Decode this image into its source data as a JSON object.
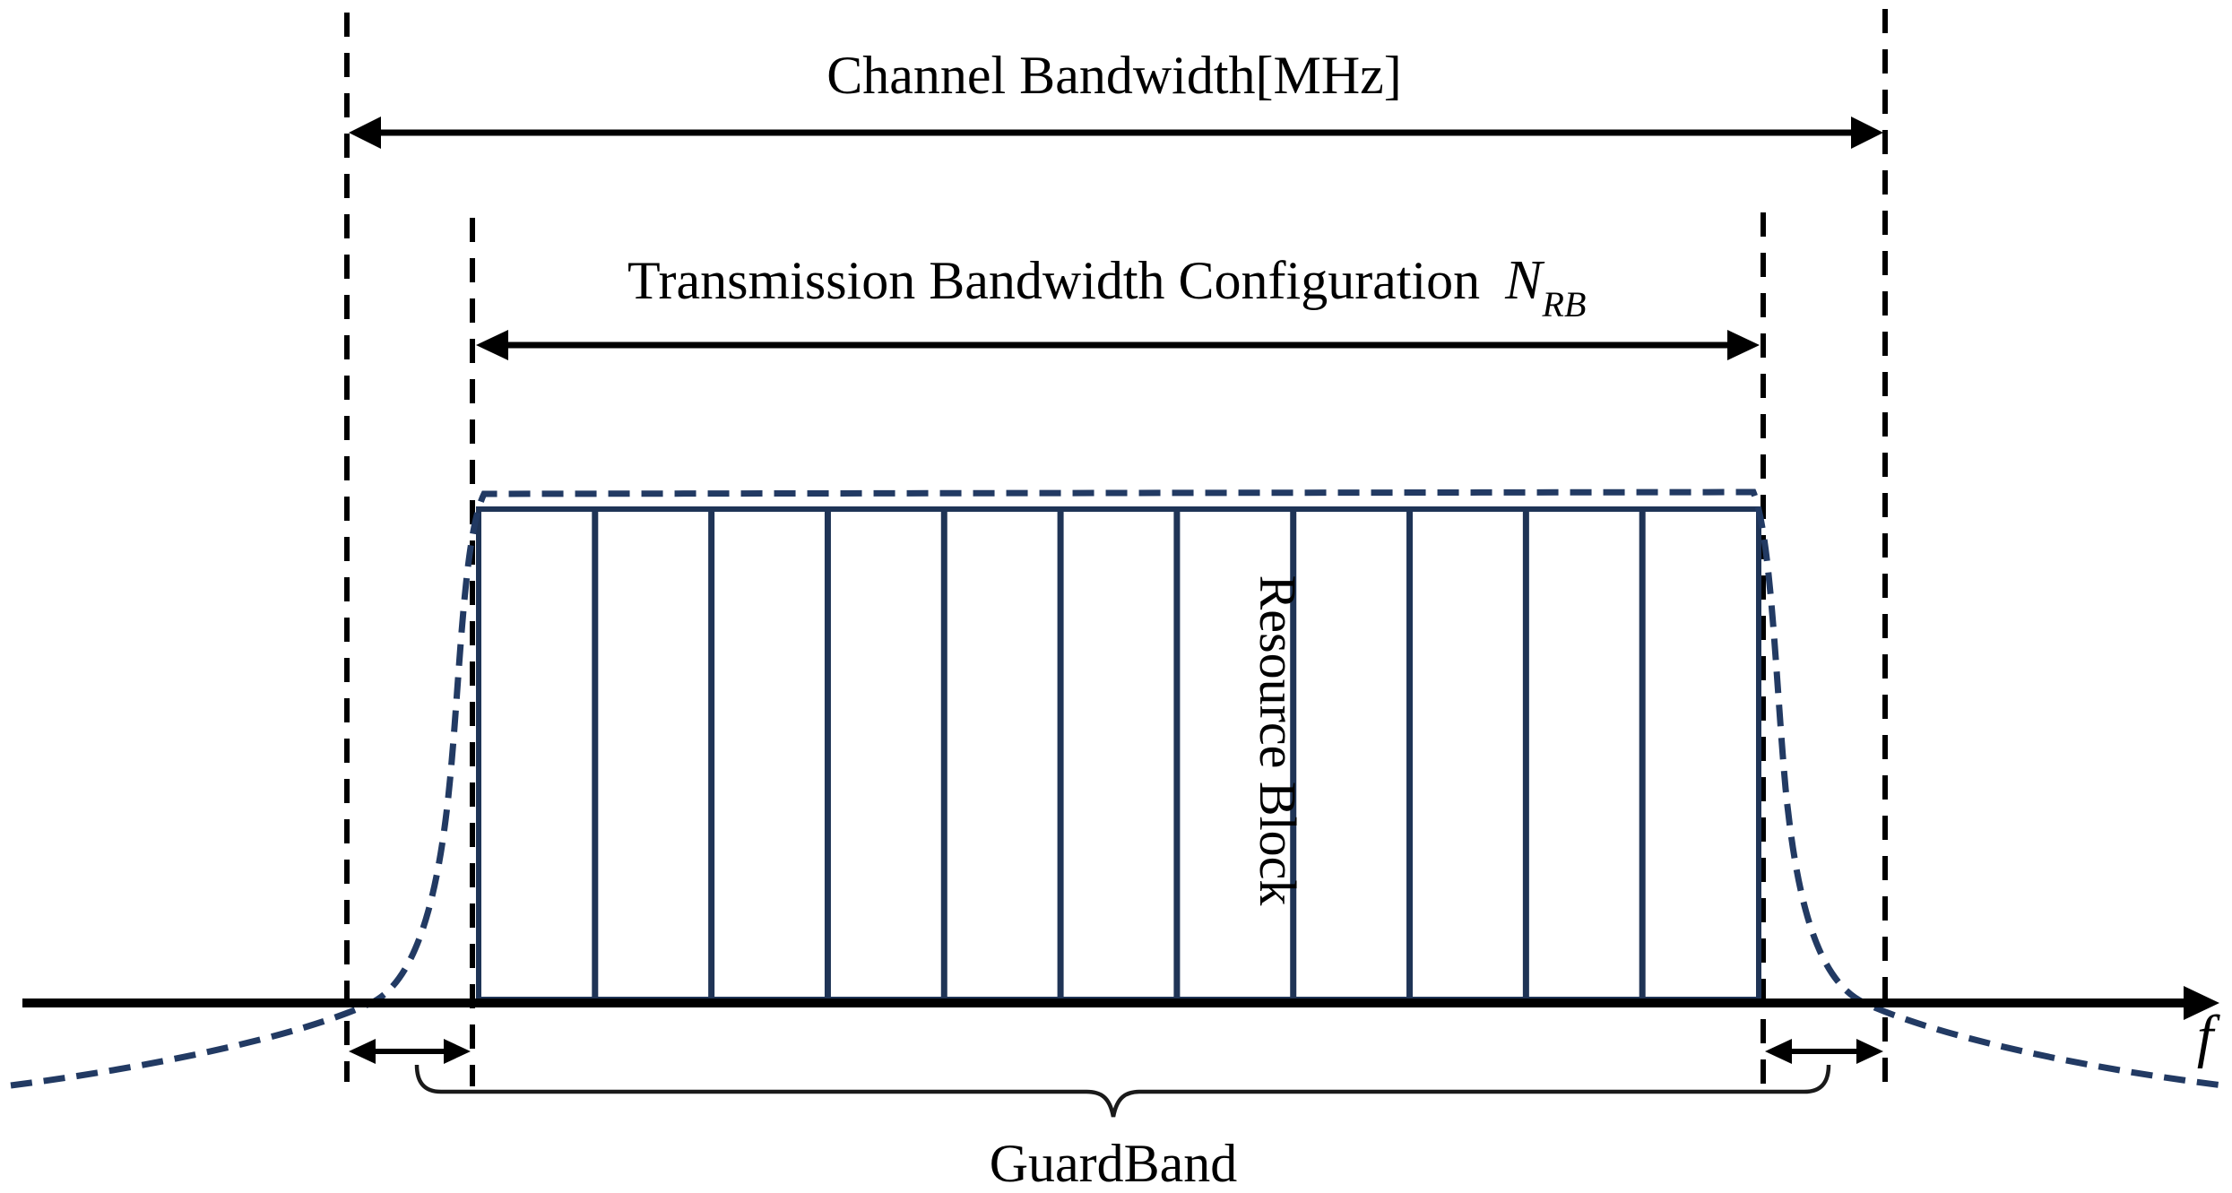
{
  "diagram": {
    "title": "Channel Bandwidth[MHz]",
    "transmission_label": "Transmission Bandwidth Configuration",
    "n_symbol": "N",
    "n_subscript": "RB",
    "resource_block_label": "Resource Block",
    "guard_band_label": "GuardBand",
    "frequency_axis_label": "f",
    "resource_block_columns": 11,
    "colors": {
      "background": "#ffffff",
      "resource_block_fill": "#b4c7e7",
      "resource_block_border": "#1f3456",
      "spectrum_curve": "#223a63",
      "line_black": "#000000"
    }
  }
}
